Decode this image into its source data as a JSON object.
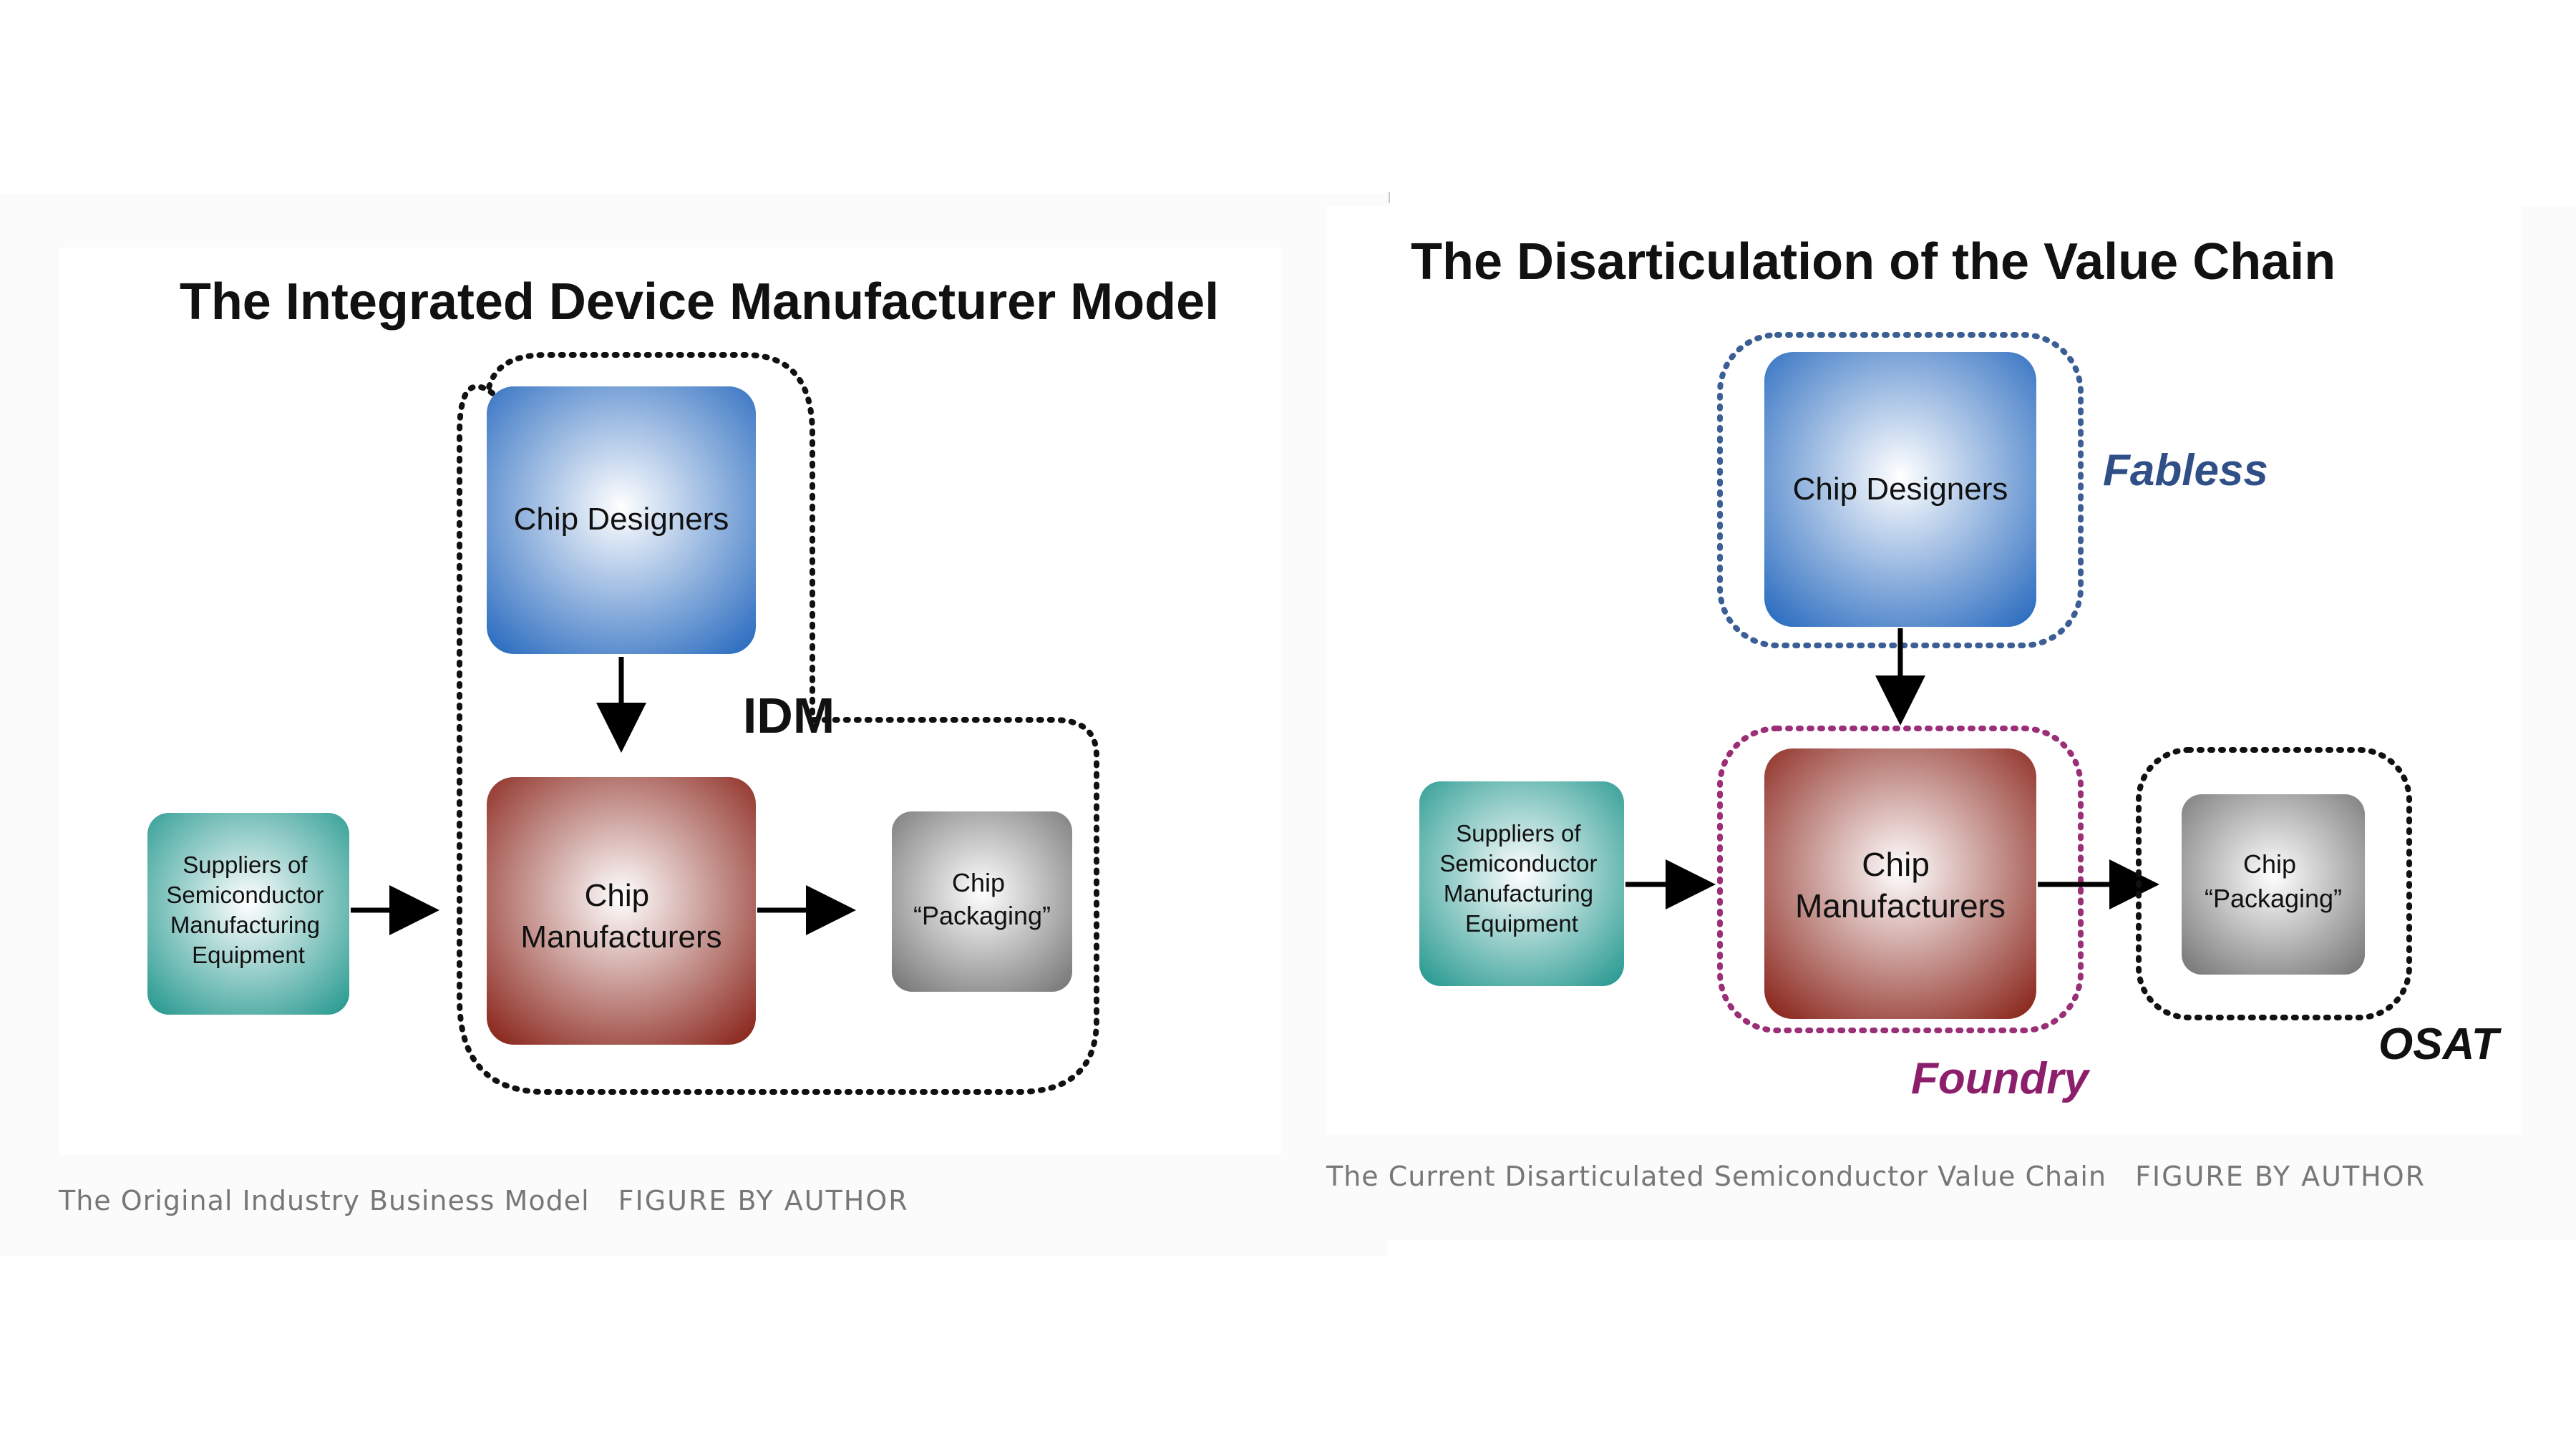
{
  "left_figure": {
    "title": "The Integrated Device Manufacturer Model",
    "boxes": {
      "chip_designers": "Chip Designers",
      "chip_manufacturers": [
        "Chip",
        "Manufacturers"
      ],
      "chip_packaging": [
        "Chip",
        "“Packaging”"
      ],
      "suppliers": [
        "Suppliers of",
        "Semiconductor",
        "Manufacturing",
        "Equipment"
      ]
    },
    "group_label": "IDM",
    "caption": "The Original Industry Business Model",
    "credit": "FIGURE BY AUTHOR"
  },
  "right_figure": {
    "title": "The Disarticulation of the Value Chain",
    "boxes": {
      "chip_designers": "Chip Designers",
      "chip_manufacturers": [
        "Chip",
        "Manufacturers"
      ],
      "chip_packaging": [
        "Chip",
        "“Packaging”"
      ],
      "suppliers": [
        "Suppliers of",
        "Semiconductor",
        "Manufacturing",
        "Equipment"
      ]
    },
    "group_labels": {
      "fabless": "Fabless",
      "foundry": "Foundry",
      "osat": "OSAT"
    },
    "caption": "The Current Disarticulated Semiconductor Value Chain",
    "credit": "FIGURE BY AUTHOR"
  },
  "colors": {
    "designers_blue": "#2f6fc1",
    "manufacturers_red": "#8c2a20",
    "packaging_gray": "#7a7a7a",
    "suppliers_teal": "#2d9c93",
    "fabless_label": "#2f4f86",
    "foundry_label": "#8c1f6c",
    "foundry_dots": "#9a2f78",
    "fabless_dots": "#3b5f95"
  }
}
